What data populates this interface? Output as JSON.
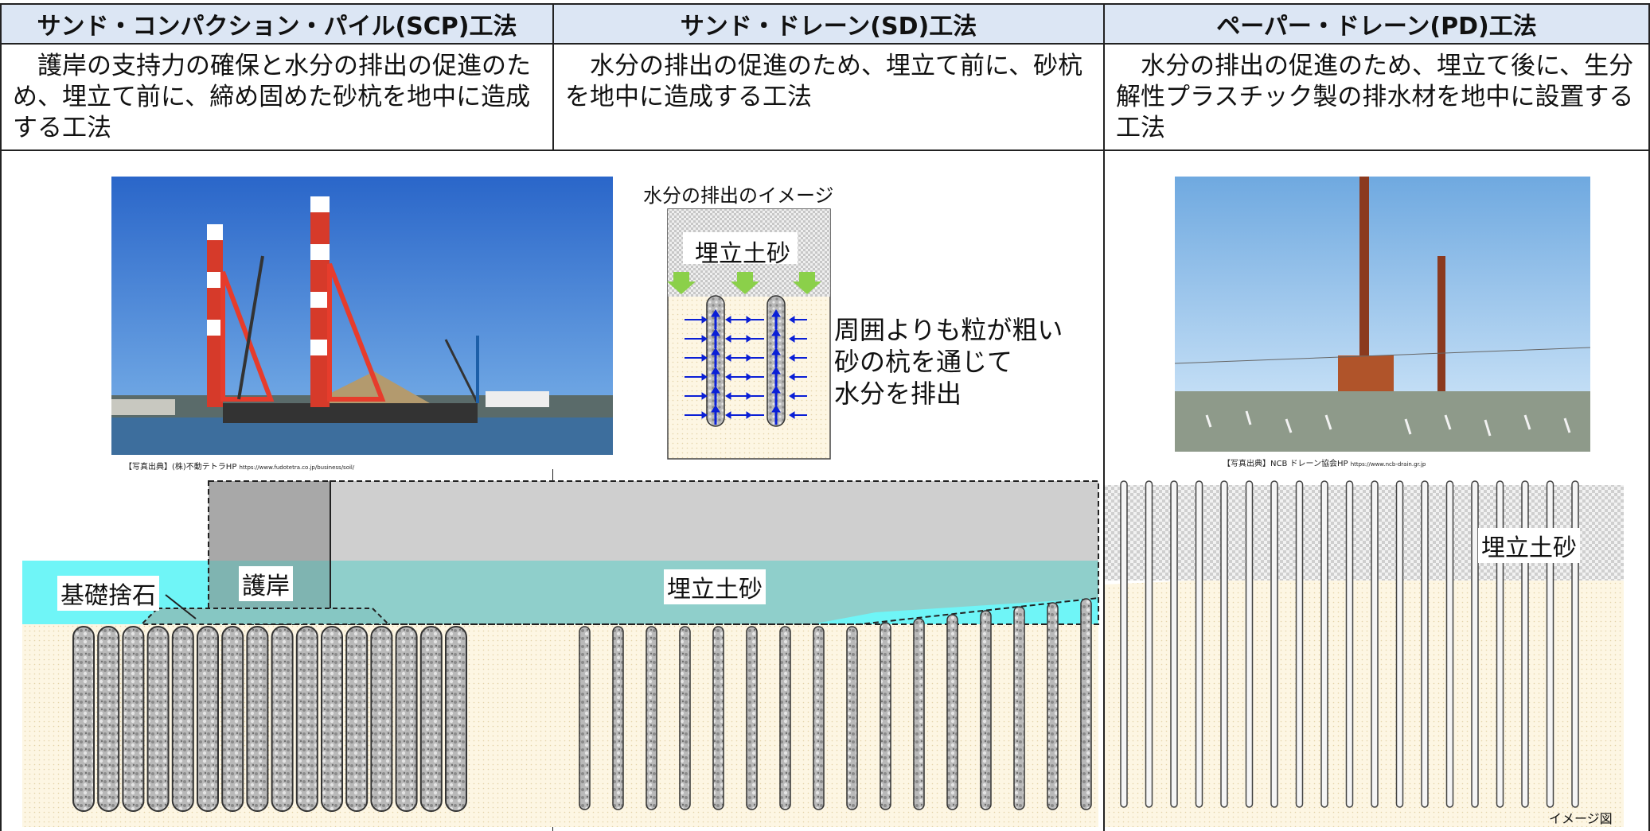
{
  "columns": [
    {
      "header": "サンド・コンパクション・パイル(SCP)工法",
      "description": "護岸の支持力の確保と水分の排出の促進のため、埋立て前に、締め固めた砂杭を地中に造成する工法"
    },
    {
      "header": "サンド・ドレーン(SD)工法",
      "description": "水分の排出の促進のため、埋立て前に、砂杭を地中に造成する工法"
    },
    {
      "header": "ペーパー・ドレーン(PD)工法",
      "description": "水分の排出の促進のため、埋立て後に、生分解性プラスチック製の排水材を地中に設置する工法"
    }
  ],
  "photos": {
    "scp_source_label": "【写真出典】(株)不動テトラHP",
    "scp_source_url": "https://www.fudotetra.co.jp/business/soil/",
    "pd_source_label": "【写真出典】NCB ドレーン協会HP",
    "pd_source_url": "https://www.ncb-drain.gr.jp"
  },
  "inset": {
    "caption": "水分の排出のイメージ",
    "fill_label": "埋立土砂",
    "explanation_lines": [
      "周囲よりも粒が粗い",
      "砂の杭を通じて",
      "水分を排出"
    ]
  },
  "cross_section": {
    "foundation_stone_label": "基礎捨石",
    "seawall_label": "護岸",
    "landfill_label_center": "埋立土砂",
    "landfill_label_right": "埋立土砂",
    "image_note": "イメージ図"
  },
  "colors": {
    "header_bg": "#dce6f4",
    "border": "#222222",
    "water": "#6ff5f7",
    "landfill_in_water": "#8fcfcb",
    "landfill_above": "#cfcfcf",
    "seawall": "#a8a8a8",
    "seabed": "#fdf6e3",
    "drain_arrow": "#0a1fd6",
    "fill_arrow": "#8bd04a"
  }
}
